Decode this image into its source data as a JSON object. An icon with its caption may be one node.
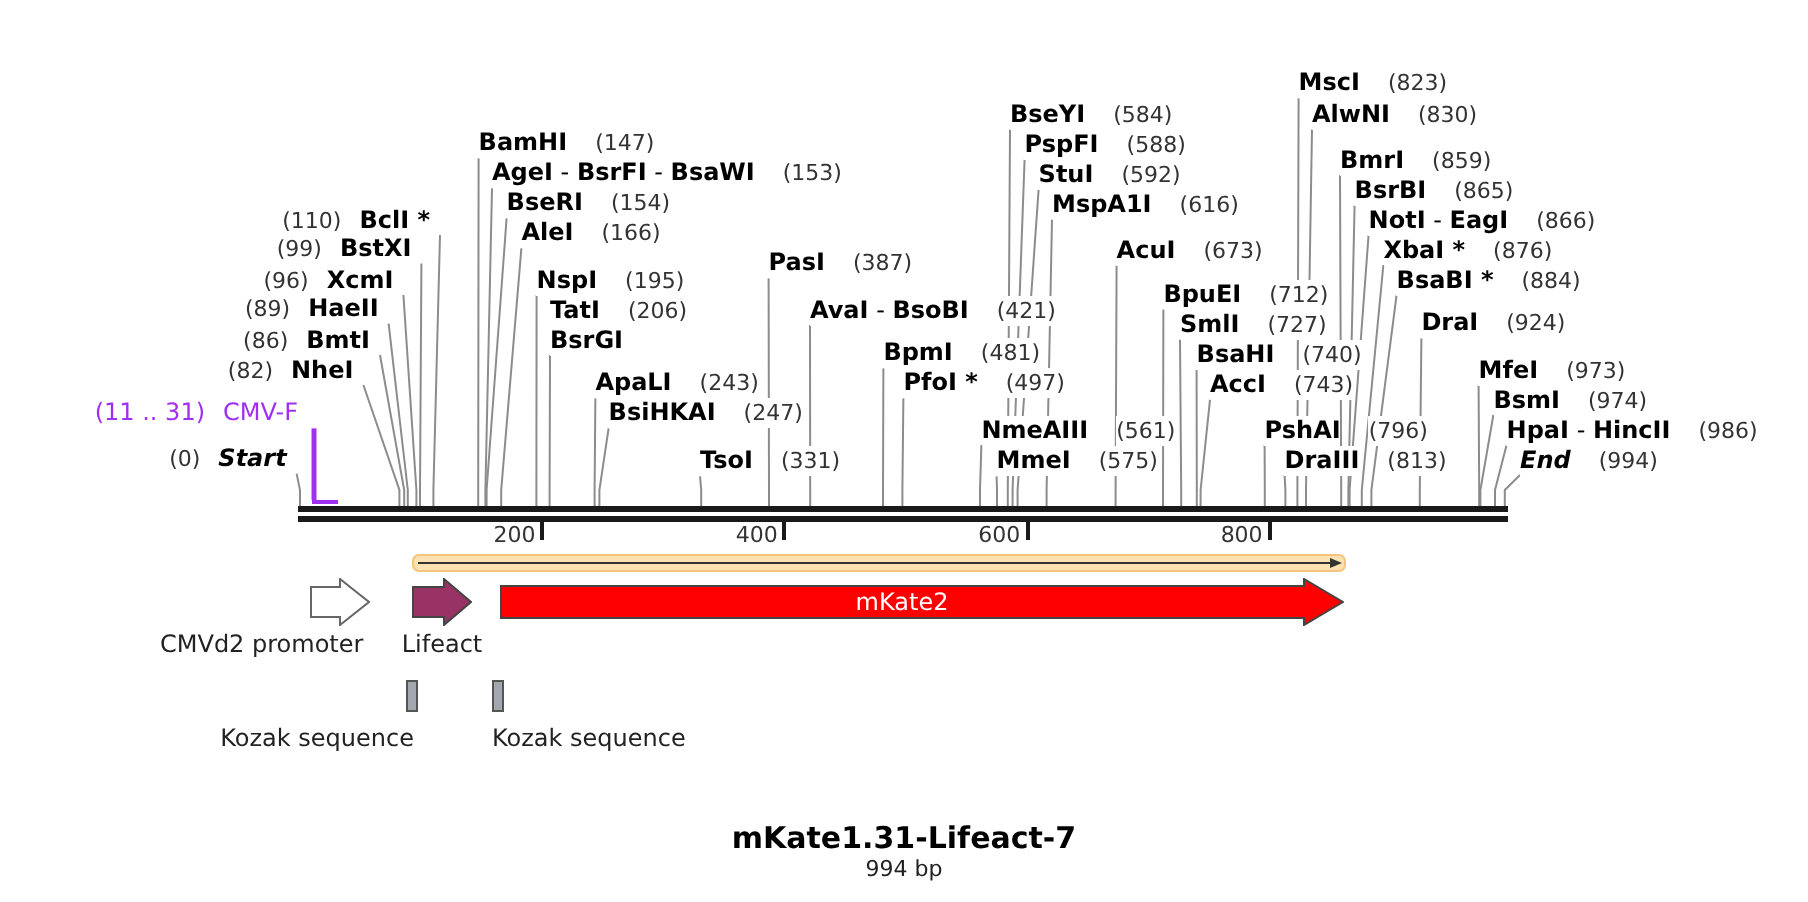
{
  "diagram": {
    "title": "mKate1.31-Lifeact-7",
    "caption": "994 bp",
    "nodes": [
      {
        "text": [
          "(0)",
          "Start"
        ]
      },
      {
        "text": [
          "(11 .. 31)",
          "CMV-F"
        ]
      },
      {
        "text": [
          "(82)",
          "NheI"
        ]
      },
      {
        "text": [
          "(86)",
          "BmtI"
        ]
      },
      {
        "text": [
          "(89)",
          "HaeII"
        ]
      },
      {
        "text": [
          "(96)",
          "XcmI"
        ]
      },
      {
        "text": [
          "(99)",
          "BstXI"
        ]
      },
      {
        "text": [
          "(110)",
          "BclI *"
        ]
      },
      {
        "text": [
          "BamHI",
          "(147)"
        ]
      },
      {
        "text": [
          "**AgeI** - **BsrFI** - **BsaWI**",
          "(153)"
        ]
      },
      {
        "text": [
          "BseRI",
          "(154)"
        ]
      },
      {
        "text": [
          "AleI",
          "(166)"
        ]
      },
      {
        "text": [
          "NspI",
          "(195)"
        ]
      },
      {
        "text": [
          "TatI",
          "(206)",
          "BsrGI"
        ]
      },
      {
        "text": [
          "ApaLI",
          "(243)"
        ]
      },
      {
        "text": [
          "BsiHKAI",
          "(247)"
        ]
      },
      {
        "text": [
          "TsoI",
          "(331)"
        ]
      },
      {
        "text": [
          "PasI",
          "(387)"
        ]
      },
      {
        "text": [
          "**AvaI** - **BsoBI**",
          "(421)"
        ]
      },
      {
        "text": [
          "BpmI",
          "(481)"
        ]
      },
      {
        "text": [
          "PfoI *",
          "(497)"
        ]
      },
      {
        "text": [
          "NmeAIII",
          "(561)"
        ]
      },
      {
        "text": [
          "MmeI",
          "(575)"
        ]
      },
      {
        "text": [
          "BseYI",
          "(584)"
        ]
      },
      {
        "text": [
          "PspFI",
          "(588)"
        ]
      },
      {
        "text": [
          "StuI",
          "(592)"
        ]
      },
      {
        "text": [
          "MspA1I",
          "(616)"
        ]
      },
      {
        "text": [
          "AcuI",
          "(673)"
        ]
      },
      {
        "text": [
          "BpuEI",
          "(712)"
        ]
      },
      {
        "text": [
          "SmlI",
          "(727)"
        ]
      },
      {
        "text": [
          "BsaHI",
          "(740)"
        ]
      },
      {
        "text": [
          "AccI",
          "(743)"
        ]
      },
      {
        "text": [
          "PshAI",
          "(796)"
        ]
      },
      {
        "text": [
          "DraIII",
          "(813)"
        ]
      },
      {
        "text": [
          "MscI",
          "(823)"
        ]
      },
      {
        "text": [
          "AlwNI",
          "(830)"
        ]
      },
      {
        "text": [
          "BmrI",
          "(859)"
        ]
      },
      {
        "text": [
          "BsrBI",
          "(865)"
        ]
      },
      {
        "text": [
          "**NotI** - **EagI**",
          "(866)"
        ]
      },
      {
        "text": [
          "XbaI *",
          "(876)"
        ]
      },
      {
        "text": [
          "BsaBI *",
          "(884)"
        ]
      },
      {
        "text": [
          "DraI",
          "(924)"
        ]
      },
      {
        "text": [
          "MfeI",
          "(973)"
        ]
      },
      {
        "text": [
          "BsmI",
          "(974)"
        ]
      },
      {
        "text": [
          "**HpaI** - **HincII**",
          "(986)"
        ]
      },
      {
        "text": [
          "End",
          "(994)"
        ]
      },
      {
        "text": [],
        "shape": "bar"
      },
      {
        "text": [],
        "shape": "bar"
      },
      {
        "text": [],
        "shape": "arrow"
      },
      {
        "text": [
          "CMVd2 promoter"
        ]
      },
      {
        "text": [
          "Lifeact"
        ]
      },
      {
        "text": [
          "mKate2"
        ]
      },
      {
        "text": [
          "Kozak sequence"
        ]
      },
      {
        "text": [
          "Kozak sequence"
        ]
      }
    ],
    "edges": [
      {
        "from": 0,
        "to": 46,
        "arrow": "none"
      },
      {
        "from": 1,
        "to": 47,
        "arrow": "none",
        "style": "thick",
        "color": "#a030f0"
      },
      {
        "from": 2,
        "to": 46,
        "arrow": "none"
      },
      {
        "from": 3,
        "to": 46,
        "arrow": "none"
      },
      {
        "from": 4,
        "to": 46,
        "arrow": "none"
      },
      {
        "from": 5,
        "to": 46,
        "arrow": "none"
      },
      {
        "from": 6,
        "to": 46,
        "arrow": "none"
      },
      {
        "from": 7,
        "to": 46,
        "arrow": "none"
      },
      {
        "from": 8,
        "to": 46,
        "arrow": "none"
      },
      {
        "from": 9,
        "to": 46,
        "arrow": "none"
      },
      {
        "from": 10,
        "to": 46,
        "arrow": "none"
      },
      {
        "from": 11,
        "to": 46,
        "arrow": "none"
      },
      {
        "from": 12,
        "to": 46,
        "arrow": "none"
      },
      {
        "from": 13,
        "to": 46,
        "arrow": "none"
      },
      {
        "from": 14,
        "to": 46,
        "arrow": "none"
      },
      {
        "from": 15,
        "to": 46,
        "arrow": "none"
      },
      {
        "from": 16,
        "to": 46,
        "arrow": "none"
      },
      {
        "from": 17,
        "to": 46,
        "arrow": "none"
      },
      {
        "from": 18,
        "to": 46,
        "arrow": "none"
      },
      {
        "from": 19,
        "to": 46,
        "arrow": "none"
      },
      {
        "from": 20,
        "to": 46,
        "arrow": "none"
      },
      {
        "from": 21,
        "to": 46,
        "arrow": "none"
      },
      {
        "from": 22,
        "to": 46,
        "arrow": "none"
      },
      {
        "from": 23,
        "to": 46,
        "arrow": "none"
      },
      {
        "from": 24,
        "to": 46,
        "arrow": "none"
      },
      {
        "from": 25,
        "to": 46,
        "arrow": "none"
      },
      {
        "from": 26,
        "to": 46,
        "arrow": "none"
      },
      {
        "from": 27,
        "to": 46,
        "arrow": "none"
      },
      {
        "from": 28,
        "to": 46,
        "arrow": "none"
      },
      {
        "from": 29,
        "to": 46,
        "arrow": "none"
      },
      {
        "from": 30,
        "to": 46,
        "arrow": "none"
      },
      {
        "from": 31,
        "to": 46,
        "arrow": "none"
      },
      {
        "from": 32,
        "to": 46,
        "arrow": "none"
      },
      {
        "from": 33,
        "to": 46,
        "arrow": "none"
      },
      {
        "from": 34,
        "to": 46,
        "arrow": "none"
      },
      {
        "from": 35,
        "to": 46,
        "arrow": "none"
      },
      {
        "from": 36,
        "to": 46,
        "arrow": "none"
      },
      {
        "from": 37,
        "to": 46,
        "arrow": "none"
      },
      {
        "from": 38,
        "to": 46,
        "arrow": "none"
      },
      {
        "from": 39,
        "to": 46,
        "arrow": "none"
      },
      {
        "from": 40,
        "to": 46,
        "arrow": "none"
      },
      {
        "from": 41,
        "to": 46,
        "arrow": "none"
      },
      {
        "from": 42,
        "to": 46,
        "arrow": "none"
      },
      {
        "from": 43,
        "to": 46,
        "arrow": "none"
      },
      {
        "from": 44,
        "to": 46,
        "arrow": "none"
      },
      {
        "from": 45,
        "to": 46,
        "arrow": "none"
      }
    ],
    "labels": [
      "200",
      "400",
      "600",
      "800"
    ]
  }
}
